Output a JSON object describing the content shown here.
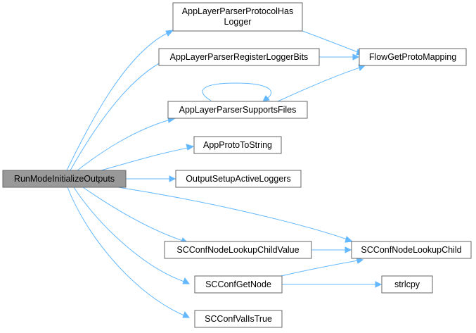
{
  "diagram": {
    "root": "RunModeInitializeOutputs",
    "nodes": {
      "n_root": "RunModeInitializeOutputs",
      "n_has_logger_1": "AppLayerParserProtocolHas",
      "n_has_logger_2": "Logger",
      "n_register_logger_bits": "AppLayerParserRegisterLoggerBits",
      "n_flow_get_proto_mapping": "FlowGetProtoMapping",
      "n_supports_files": "AppLayerParserSupportsFiles",
      "n_app_proto_to_string": "AppProtoToString",
      "n_output_setup_active_loggers": "OutputSetupActiveLoggers",
      "n_lookup_child_value": "SCConfNodeLookupChildValue",
      "n_lookup_child": "SCConfNodeLookupChild",
      "n_get_node": "SCConfGetNode",
      "n_strlcpy": "strlcpy",
      "n_val_is_true": "SCConfValIsTrue"
    },
    "edges": [
      [
        "RunModeInitializeOutputs",
        "AppLayerParserProtocolHasLogger"
      ],
      [
        "RunModeInitializeOutputs",
        "AppLayerParserRegisterLoggerBits"
      ],
      [
        "RunModeInitializeOutputs",
        "AppLayerParserSupportsFiles"
      ],
      [
        "RunModeInitializeOutputs",
        "AppProtoToString"
      ],
      [
        "RunModeInitializeOutputs",
        "OutputSetupActiveLoggers"
      ],
      [
        "RunModeInitializeOutputs",
        "SCConfNodeLookupChild"
      ],
      [
        "RunModeInitializeOutputs",
        "SCConfNodeLookupChildValue"
      ],
      [
        "RunModeInitializeOutputs",
        "SCConfGetNode"
      ],
      [
        "RunModeInitializeOutputs",
        "SCConfValIsTrue"
      ],
      [
        "AppLayerParserProtocolHasLogger",
        "FlowGetProtoMapping"
      ],
      [
        "AppLayerParserRegisterLoggerBits",
        "FlowGetProtoMapping"
      ],
      [
        "AppLayerParserSupportsFiles",
        "FlowGetProtoMapping"
      ],
      [
        "AppLayerParserSupportsFiles",
        "AppLayerParserSupportsFiles"
      ],
      [
        "SCConfNodeLookupChildValue",
        "SCConfNodeLookupChild"
      ],
      [
        "SCConfGetNode",
        "SCConfNodeLookupChild"
      ],
      [
        "SCConfGetNode",
        "strlcpy"
      ]
    ]
  },
  "colors": {
    "edge": "#63b8ff",
    "node_border": "#666666",
    "node_fill": "#ffffff",
    "root_fill": "#999999"
  }
}
